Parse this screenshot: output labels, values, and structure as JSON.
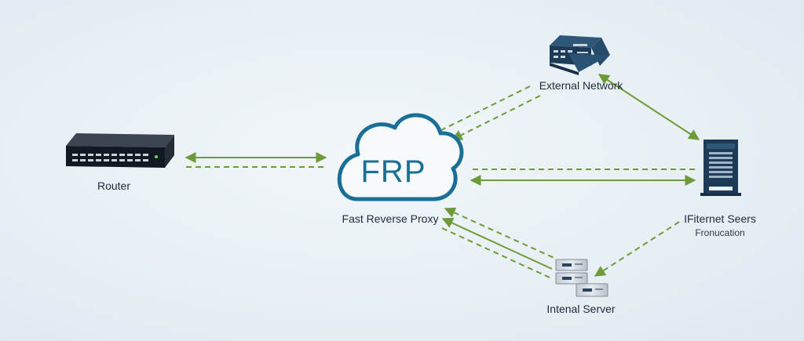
{
  "nodes": {
    "router": {
      "label": "Router"
    },
    "frp": {
      "title": "FRP",
      "label": "Fast Reverse Proxy"
    },
    "external": {
      "label": "External Network"
    },
    "internet_server": {
      "label": "IFiternet Seers",
      "sublabel": "Fronucation"
    },
    "internal_server": {
      "label": "Intenal Server"
    }
  },
  "colors": {
    "arrow": "#6f9a3a",
    "device_dark": "#1d3a56",
    "device_mid": "#2f5878",
    "cloud_stroke": "#1b6f97",
    "text": "#1e2a35"
  }
}
